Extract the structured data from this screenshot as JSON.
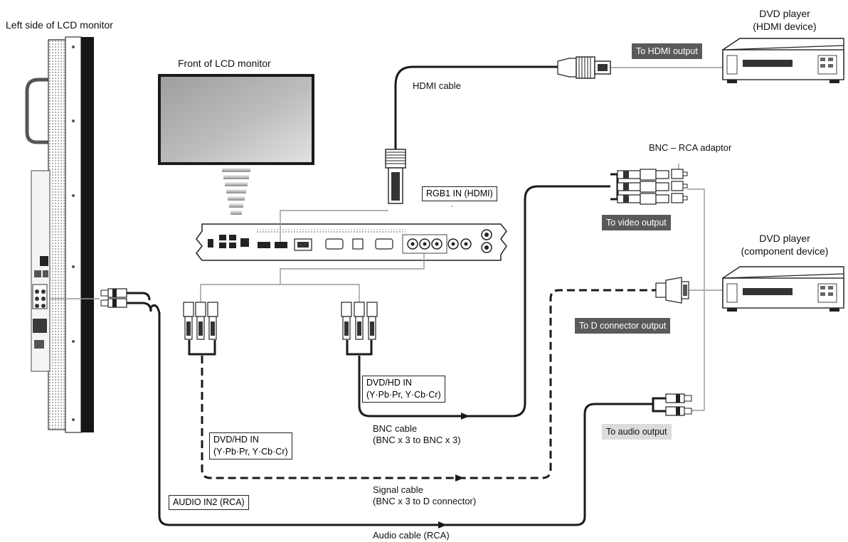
{
  "labels": {
    "left_side": "Left side of LCD monitor",
    "front": "Front of LCD monitor",
    "hdmi_cable": "HDMI cable",
    "rgb1_in": "RGB1 IN (HDMI)",
    "dvd_hdmi_line1": "DVD player",
    "dvd_hdmi_line2": "(HDMI device)",
    "to_hdmi_output": "To HDMI output",
    "bnc_rca_adaptor": "BNC – RCA adaptor",
    "to_video_output": "To video output",
    "dvd_comp_line1": "DVD player",
    "dvd_comp_line2": "(component device)",
    "to_d_connector_output": "To D connector output",
    "dvd_hd_in_right_line1": "DVD/HD IN",
    "dvd_hd_in_right_line2": "(Y·Pb·Pr, Y·Cb·Cr)",
    "bnc_cable_line1": "BNC cable",
    "bnc_cable_line2": "(BNC x 3 to BNC x 3)",
    "to_audio_output": "To audio output",
    "dvd_hd_in_left_line1": "DVD/HD IN",
    "dvd_hd_in_left_line2": "(Y·Pb·Pr, Y·Cb·Cr)",
    "signal_cable_line1": "Signal cable",
    "signal_cable_line2": "(BNC x 3 to D connector)",
    "audio_in2": "AUDIO IN2 (RCA)",
    "audio_cable": "Audio cable (RCA)"
  },
  "colors": {
    "cable": "#1a1a1a",
    "leader_line": "#9a9a9a",
    "tag_dark": "#5a5a5a",
    "tag_light": "#dcdcdc"
  }
}
